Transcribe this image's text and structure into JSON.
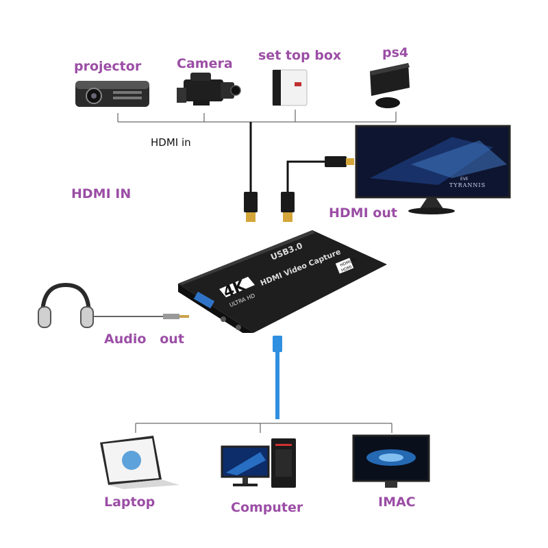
{
  "sources": {
    "projector": "projector",
    "camera": "Camera",
    "set_top_box": "set top box",
    "ps4": "ps4"
  },
  "hdmi_in_small": "HDMI in",
  "hdmi_in_big": "HDMI IN",
  "hdmi_out": "HDMI out",
  "audio_out": "Audio   out",
  "device": {
    "brand_line1": "USB3.0",
    "brand_line2": "HDMI Video Capture",
    "badge_4k": "4K",
    "badge_sub": "ULTRA HD",
    "port_label_top": "HDMI IN",
    "port_label_bottom": "HDMI"
  },
  "monitor_text": {
    "line1": "EVE",
    "line2": "TYRANNIS"
  },
  "outputs": {
    "laptop": "Laptop",
    "computer": "Computer",
    "imac": "IMAC"
  },
  "colors": {
    "label": "#9b4ea5",
    "cable_usb": "#2f8fe0",
    "device": "#1e1e1e"
  }
}
